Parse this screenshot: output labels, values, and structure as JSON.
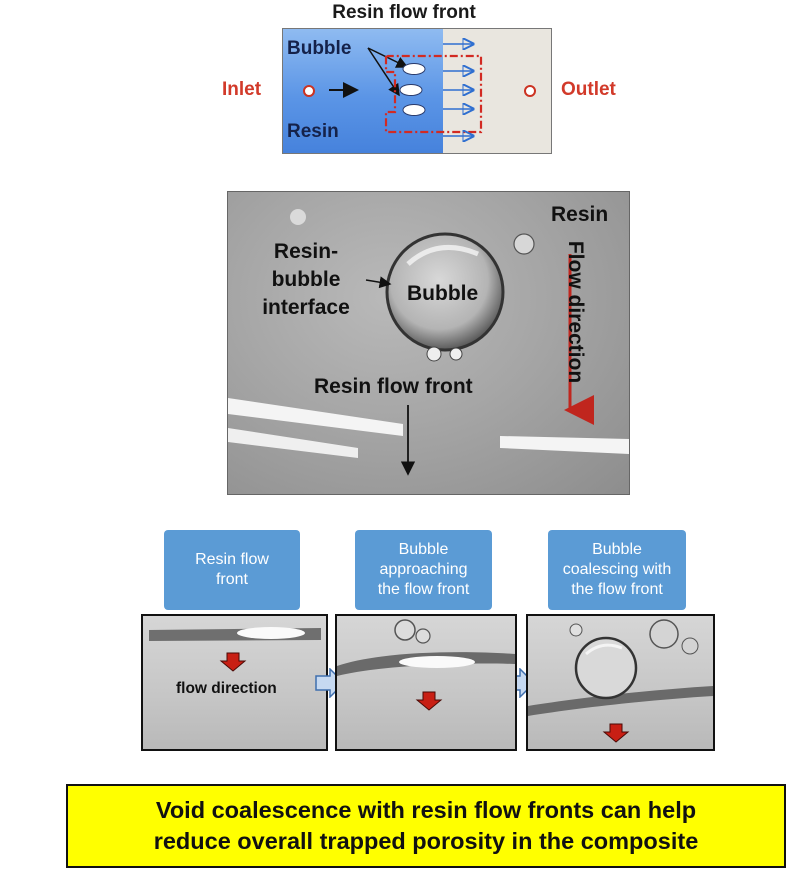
{
  "schematic": {
    "title": "Resin flow front",
    "bubble_label": "Bubble",
    "resin_label": "Resin",
    "inlet_label": "Inlet",
    "outlet_label": "Outlet"
  },
  "photo": {
    "resin_label": "Resin",
    "interface_label_lines": [
      "Resin-",
      "bubble",
      "interface"
    ],
    "bubble_label": "Bubble",
    "flow_front_label": "Resin flow front",
    "flow_direction_label": "Flow direction"
  },
  "sequence": {
    "captions": [
      [
        "Resin flow",
        "front"
      ],
      [
        "Bubble",
        "approaching",
        "the flow front"
      ],
      [
        "Bubble",
        "coalescing with",
        "the flow front"
      ]
    ],
    "flow_direction_label": "flow direction"
  },
  "conclusion": {
    "lines": [
      "Void coalescence with resin flow fronts can help",
      "reduce overall trapped porosity in the composite"
    ]
  },
  "colors": {
    "accent_red": "#d23a2a",
    "caption_blue": "#5b9bd5",
    "conclusion_yellow": "#ffff00"
  }
}
